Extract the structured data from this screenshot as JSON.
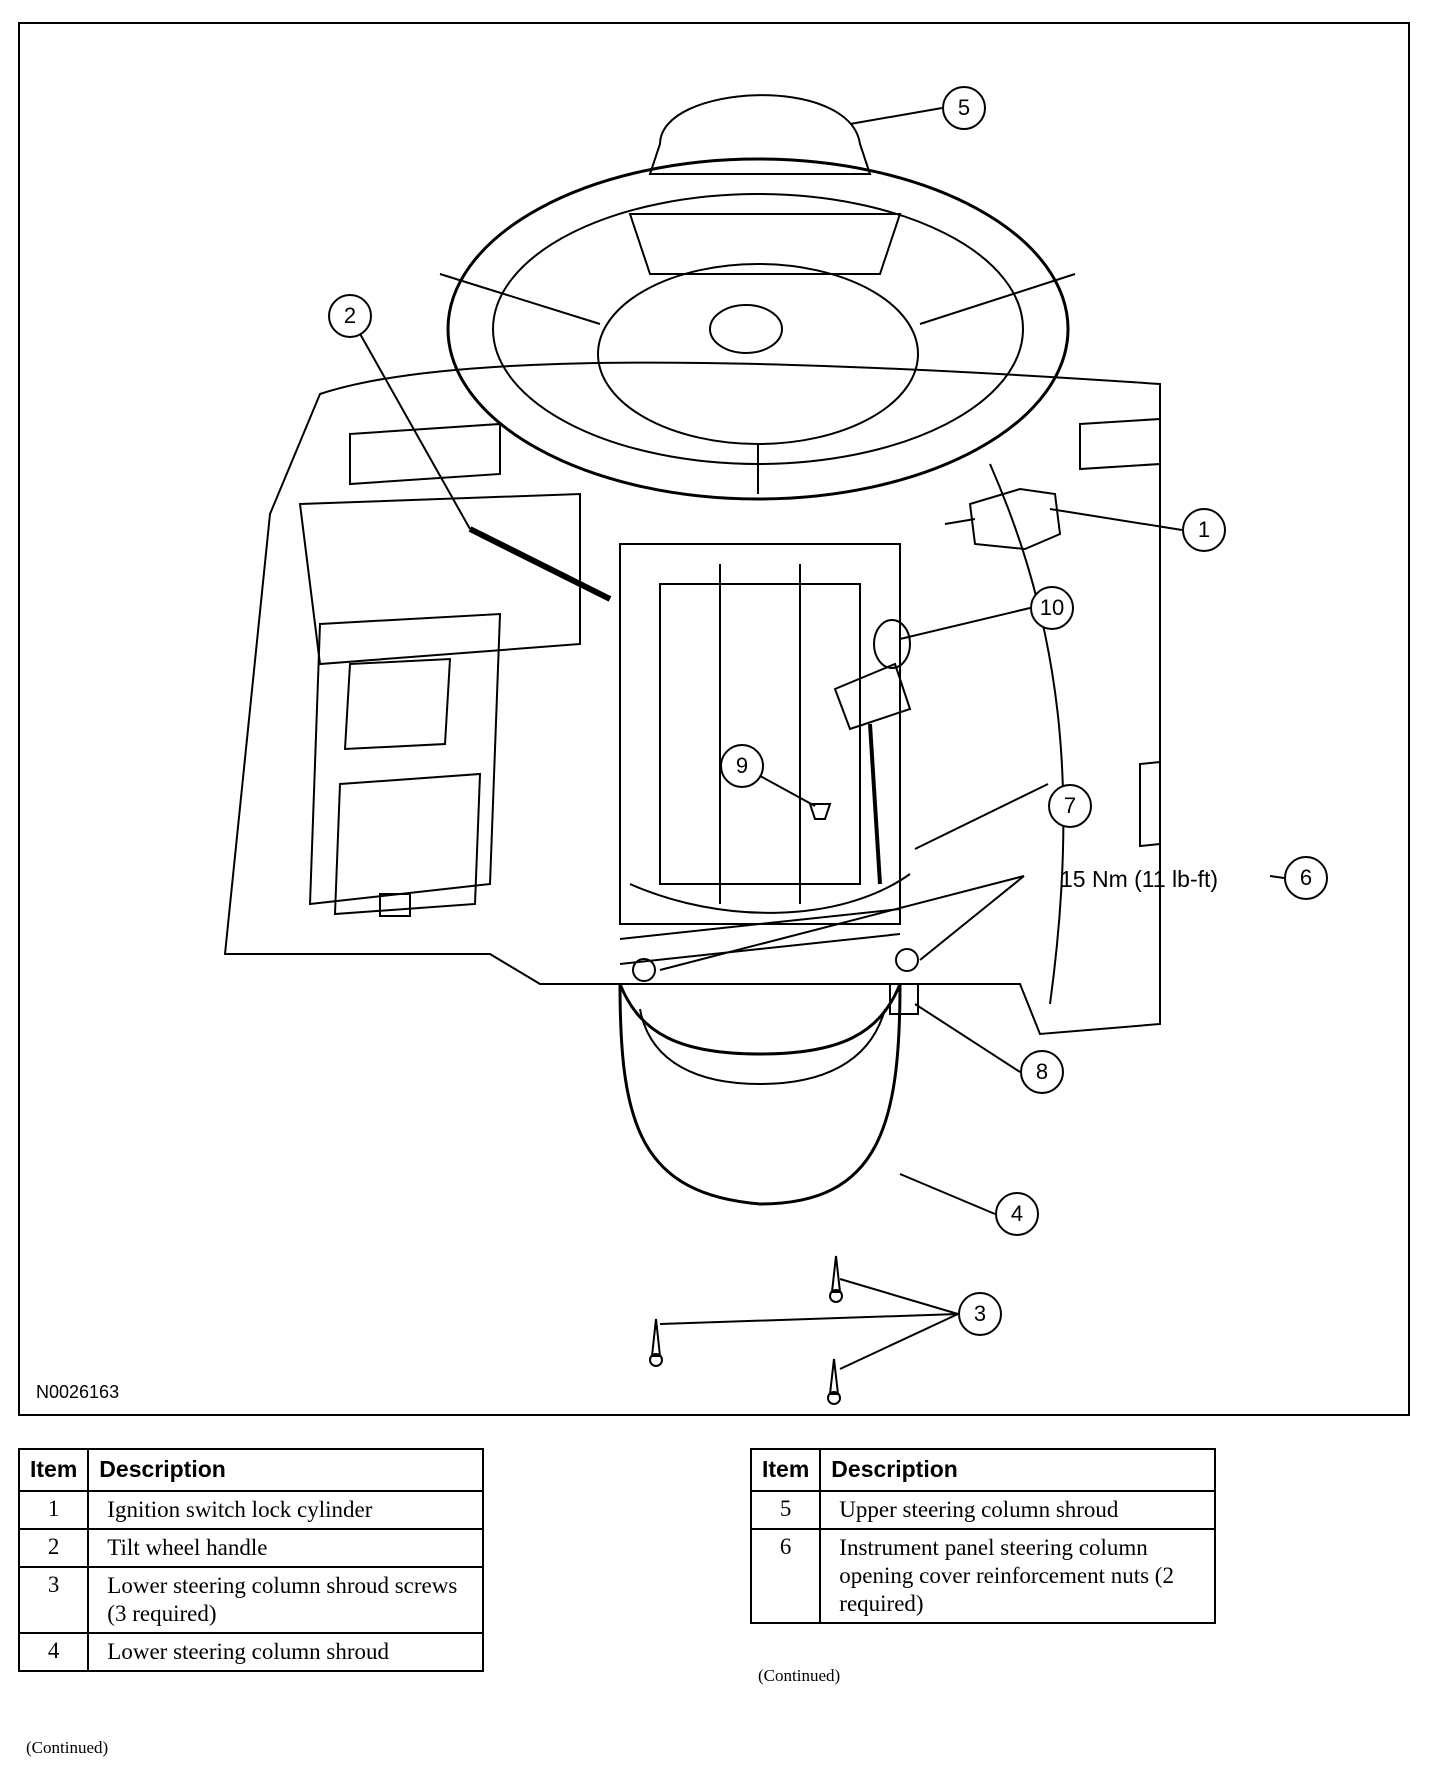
{
  "figure": {
    "id_label": "N0026163",
    "torque_label": "15 Nm (11 lb-ft)",
    "callouts": [
      "1",
      "2",
      "3",
      "4",
      "5",
      "6",
      "7",
      "8",
      "9",
      "10"
    ]
  },
  "tables": [
    {
      "headers": {
        "item": "Item",
        "description": "Description"
      },
      "rows": [
        {
          "item": "1",
          "description": "Ignition switch lock cylinder"
        },
        {
          "item": "2",
          "description": "Tilt wheel handle"
        },
        {
          "item": "3",
          "description": "Lower steering column shroud screws (3 required)"
        },
        {
          "item": "4",
          "description": "Lower steering column shroud"
        }
      ],
      "continued": "(Continued)"
    },
    {
      "headers": {
        "item": "Item",
        "description": "Description"
      },
      "rows": [
        {
          "item": "5",
          "description": "Upper steering column shroud"
        },
        {
          "item": "6",
          "description": "Instrument panel steering column opening cover reinforcement nuts (2 required)"
        }
      ],
      "continued": "(Continued)"
    }
  ]
}
